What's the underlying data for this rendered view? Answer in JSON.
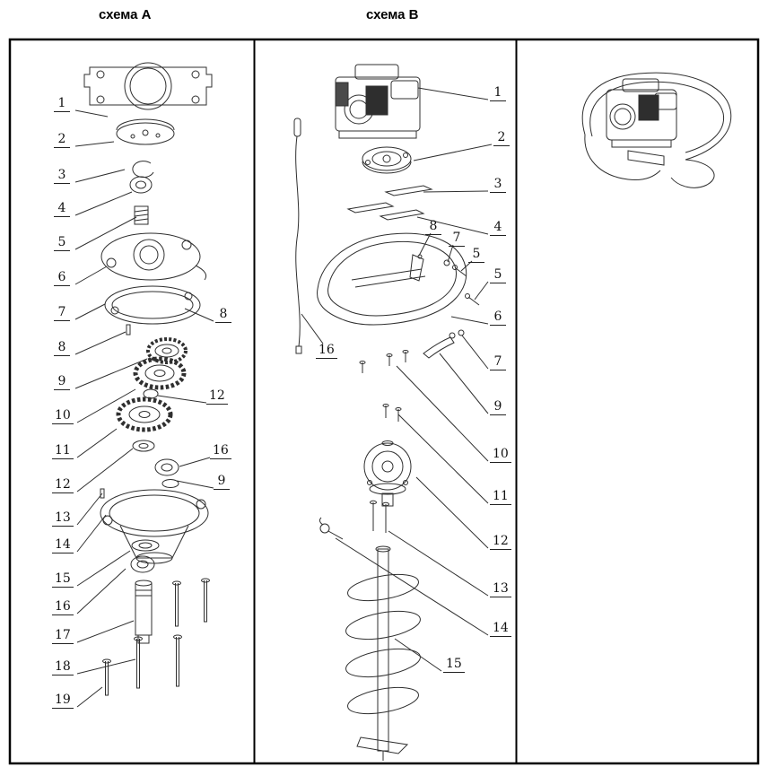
{
  "titles": {
    "schema_a": "схема А",
    "schema_b": "схема В"
  },
  "panels": {
    "a": {
      "labels": [
        "1",
        "2",
        "3",
        "4",
        "5",
        "6",
        "7",
        "8",
        "9",
        "10",
        "11",
        "12",
        "13",
        "14",
        "15",
        "16",
        "17",
        "18",
        "19"
      ],
      "labels_right": [
        "8",
        "12",
        "16",
        "9"
      ]
    },
    "b": {
      "labels": [
        "1",
        "2",
        "3",
        "4",
        "8",
        "7",
        "5",
        "5",
        "6",
        "7",
        "9",
        "10",
        "11",
        "12",
        "13",
        "14",
        "15",
        "16"
      ]
    }
  },
  "colors": {
    "line": "#2f2f2f",
    "border": "#000000"
  }
}
